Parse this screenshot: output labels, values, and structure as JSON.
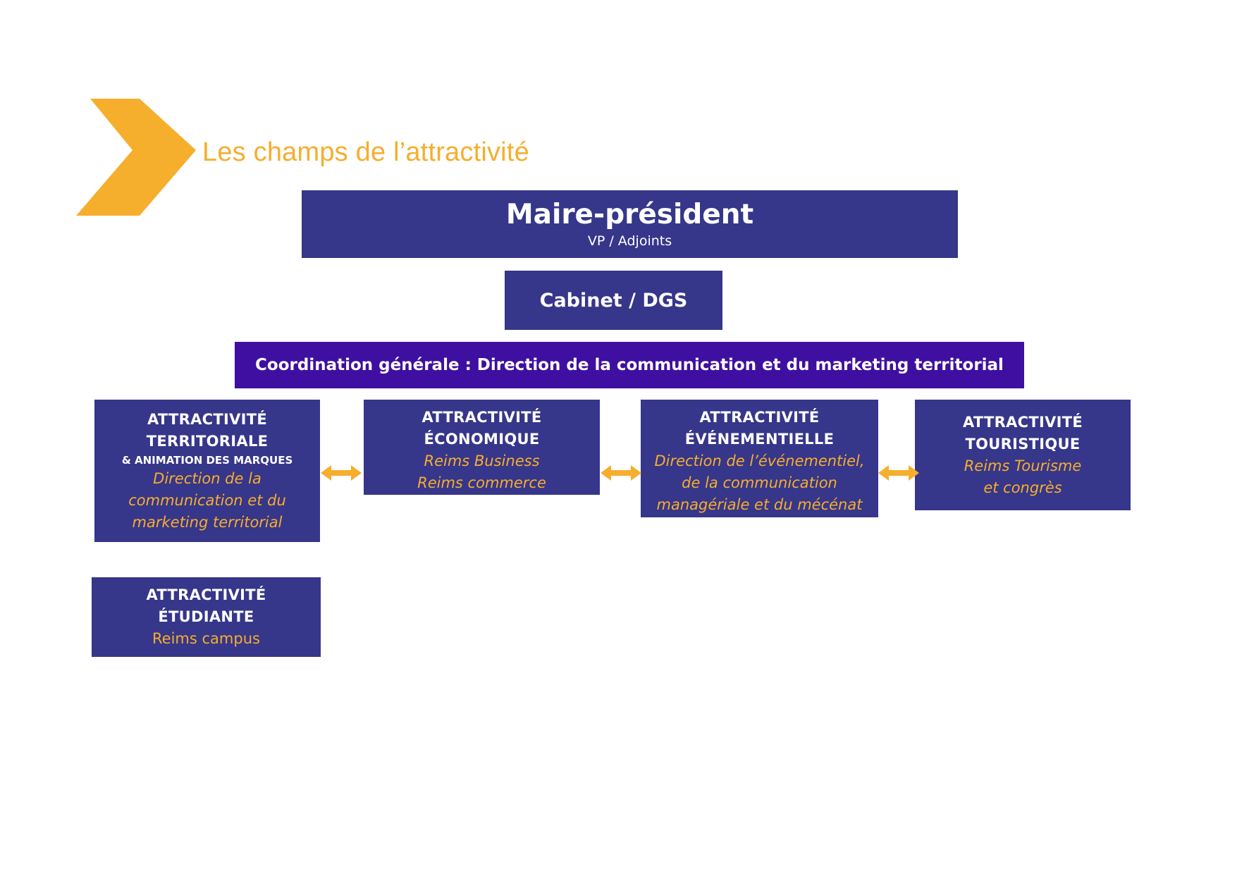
{
  "header": {
    "title": "Les champs de l’attractivité"
  },
  "colors": {
    "accent": "#f6ae2d",
    "box": "#36368a",
    "coordination": "#3e0fa0"
  },
  "maire": {
    "title": "Maire-président",
    "subtitle": "VP / Adjoints"
  },
  "cabinet": {
    "title": "Cabinet / DGS"
  },
  "coordination": {
    "text": "Coordination générale : Direction de la communication et du marketing territorial"
  },
  "fields": [
    {
      "heading": [
        "ATTRACTIVITÉ",
        "TERRITORIALE"
      ],
      "subheading": "& ANIMATION DES MARQUES",
      "details": [
        "Direction de la",
        "communication et du",
        "marketing territorial"
      ]
    },
    {
      "heading": [
        "ATTRACTIVITÉ",
        "ÉCONOMIQUE"
      ],
      "details": [
        "Reims Business",
        "Reims commerce"
      ]
    },
    {
      "heading": [
        "ATTRACTIVITÉ",
        "ÉVÉNEMENTIELLE"
      ],
      "details": [
        "Direction de l’événementiel,",
        "de la communication",
        "managériale et du mécénat"
      ]
    },
    {
      "heading": [
        "ATTRACTIVITÉ",
        "TOURISTIQUE"
      ],
      "details": [
        "Reims Tourisme",
        "et congrès"
      ]
    },
    {
      "heading": [
        "ATTRACTIVITÉ",
        "ÉTUDIANTE"
      ],
      "details": [
        "Reims campus"
      ]
    }
  ],
  "icons": {
    "logo": "chevron-icon",
    "connector": "double-arrow-icon"
  }
}
